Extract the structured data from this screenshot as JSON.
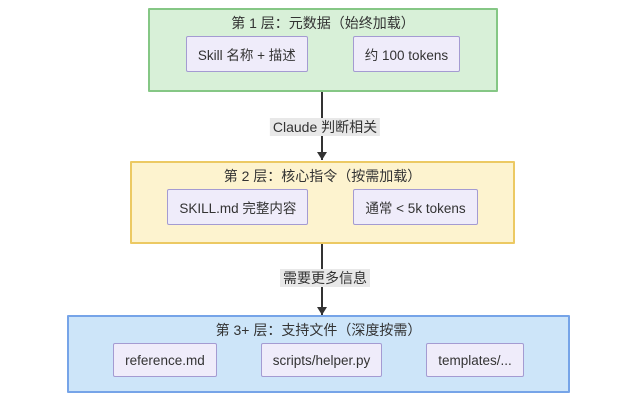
{
  "diagram": {
    "layers": [
      {
        "title": "第 1 层：元数据（始终加载）",
        "nodes": [
          "Skill 名称 + 描述",
          "约 100 tokens"
        ],
        "fill": "#d8f0d8",
        "stroke": "#85c785"
      },
      {
        "title": "第 2 层：核心指令（按需加载）",
        "nodes": [
          "SKILL.md 完整内容",
          "通常 < 5k tokens"
        ],
        "fill": "#fdf3cf",
        "stroke": "#ecc963"
      },
      {
        "title": "第 3+ 层：支持文件（深度按需）",
        "nodes": [
          "reference.md",
          "scripts/helper.py",
          "templates/..."
        ],
        "fill": "#cde5f9",
        "stroke": "#76a4e8"
      }
    ],
    "edges": [
      {
        "label": "Claude 判断相关"
      },
      {
        "label": "需要更多信息"
      }
    ],
    "node_style": {
      "fill": "#efecfa",
      "stroke": "#a49bd2"
    },
    "edge_style": {
      "line_color": "#333333",
      "label_bg": "#e8e8e8"
    }
  }
}
